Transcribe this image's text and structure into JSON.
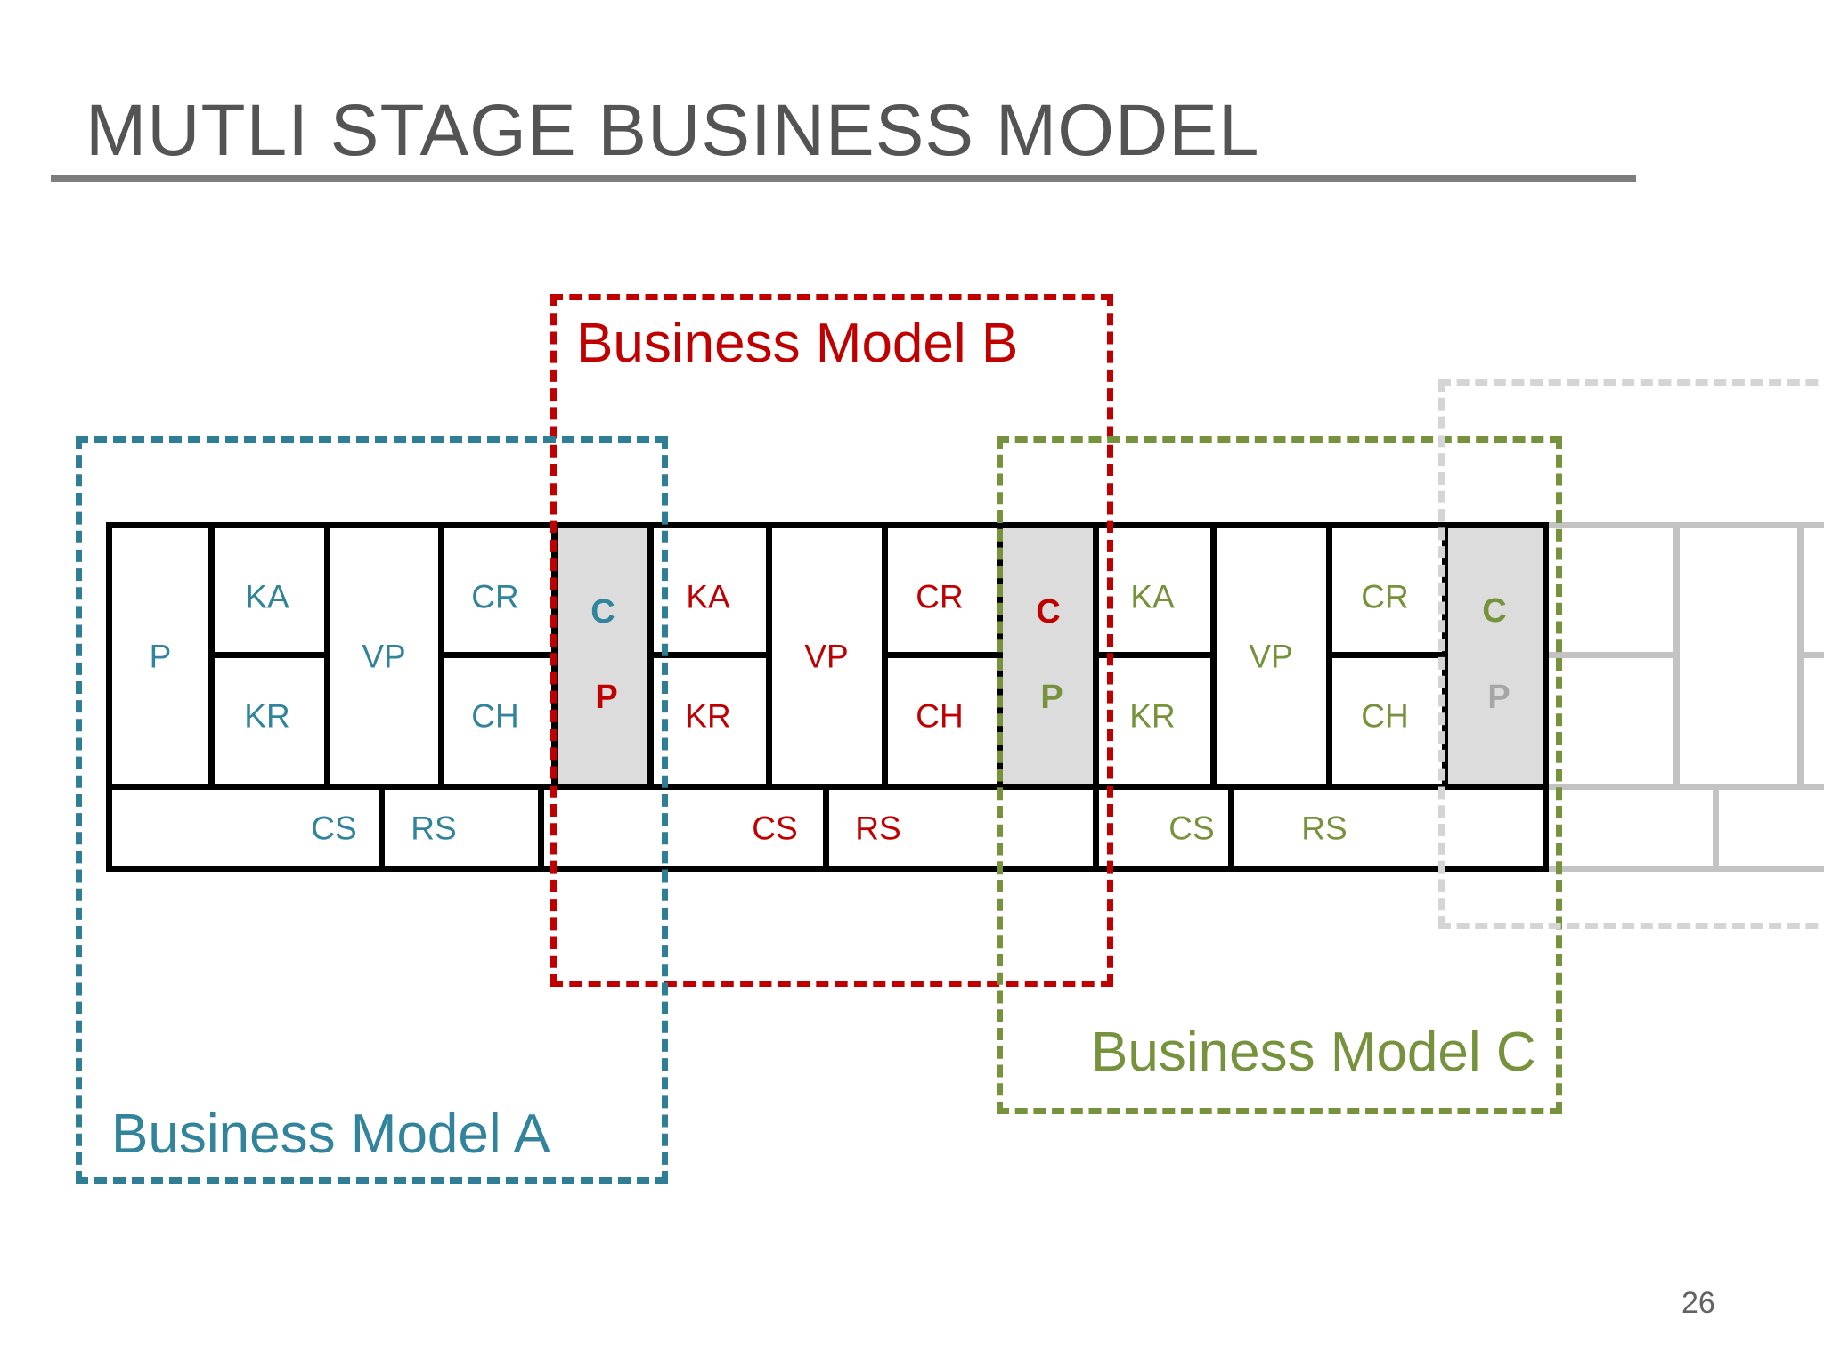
{
  "slide": {
    "title": "MUTLI STAGE BUSINESS MODEL",
    "page_number": "26"
  },
  "colors": {
    "title_text": "#545454",
    "title_rule": "#7E7E7E",
    "model_a_teal": "#31849B",
    "model_b_red": "#C00000",
    "model_c_green": "#76923C",
    "faded_dash_gray": "#D5D5D5",
    "faded_line_gray": "#C3C3C3",
    "shared_cell_fill": "#DCDCDC",
    "shared_p_gray_text": "#A6A6A6",
    "grid_line": "#000000",
    "page_number_text": "#636363"
  },
  "canvases": [
    {
      "name": "A",
      "color": "#31849B",
      "labels": {
        "p": "P",
        "ka": "KA",
        "kr": "KR",
        "vp": "VP",
        "cr": "CR",
        "ch": "CH",
        "cs": "CS",
        "rs": "RS"
      }
    },
    {
      "name": "B",
      "color": "#C00000",
      "labels": {
        "ka": "KA",
        "kr": "KR",
        "vp": "VP",
        "cr": "CR",
        "ch": "CH",
        "cs": "CS",
        "rs": "RS"
      }
    },
    {
      "name": "C",
      "color": "#76923C",
      "labels": {
        "ka": "KA",
        "kr": "KR",
        "vp": "VP",
        "cr": "CR",
        "ch": "CH",
        "cs": "CS",
        "rs": "RS"
      }
    }
  ],
  "shared_cells": [
    {
      "c": "C",
      "p": "P",
      "c_color": "teal",
      "p_color": "red"
    },
    {
      "c": "C",
      "p": "P",
      "c_color": "red",
      "p_color": "green"
    },
    {
      "c": "C",
      "p": "P",
      "c_color": "green",
      "p_color": "gray"
    }
  ],
  "models": [
    {
      "label": "Business Model A",
      "color": "#31849B"
    },
    {
      "label": "Business Model B",
      "color": "#C00000"
    },
    {
      "label": "Business Model C",
      "color": "#76923C"
    }
  ]
}
